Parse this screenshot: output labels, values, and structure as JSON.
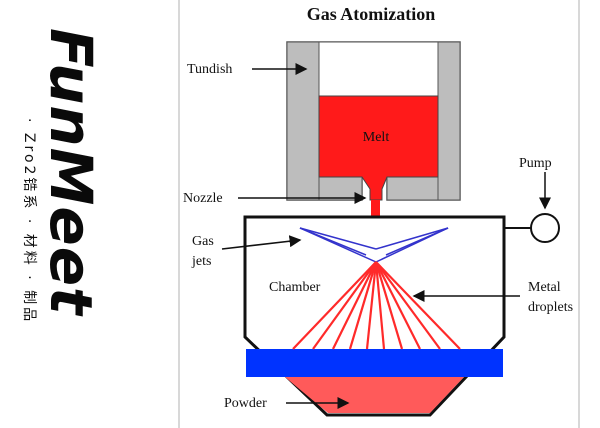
{
  "brand": {
    "logo": "FunMeet",
    "tagline": "· Zro2锆系 · 材料 · 制品"
  },
  "diagram": {
    "title": "Gas Atomization",
    "labels": {
      "tundish": "Tundish",
      "melt": "Melt",
      "nozzle": "Nozzle",
      "pump": "Pump",
      "gas_line1": "Gas",
      "gas_line2": "jets",
      "chamber": "Chamber",
      "metal_line1": "Metal",
      "metal_line2": "droplets",
      "powder": "Powder"
    },
    "colors": {
      "melt": "#ff1a1a",
      "tundish_wall": "#bdbdbd",
      "gas_jets": "#3333cc",
      "droplets": "#ff2a2a",
      "blue_layer": "#0033ff",
      "powder": "#ff5a5a"
    }
  }
}
